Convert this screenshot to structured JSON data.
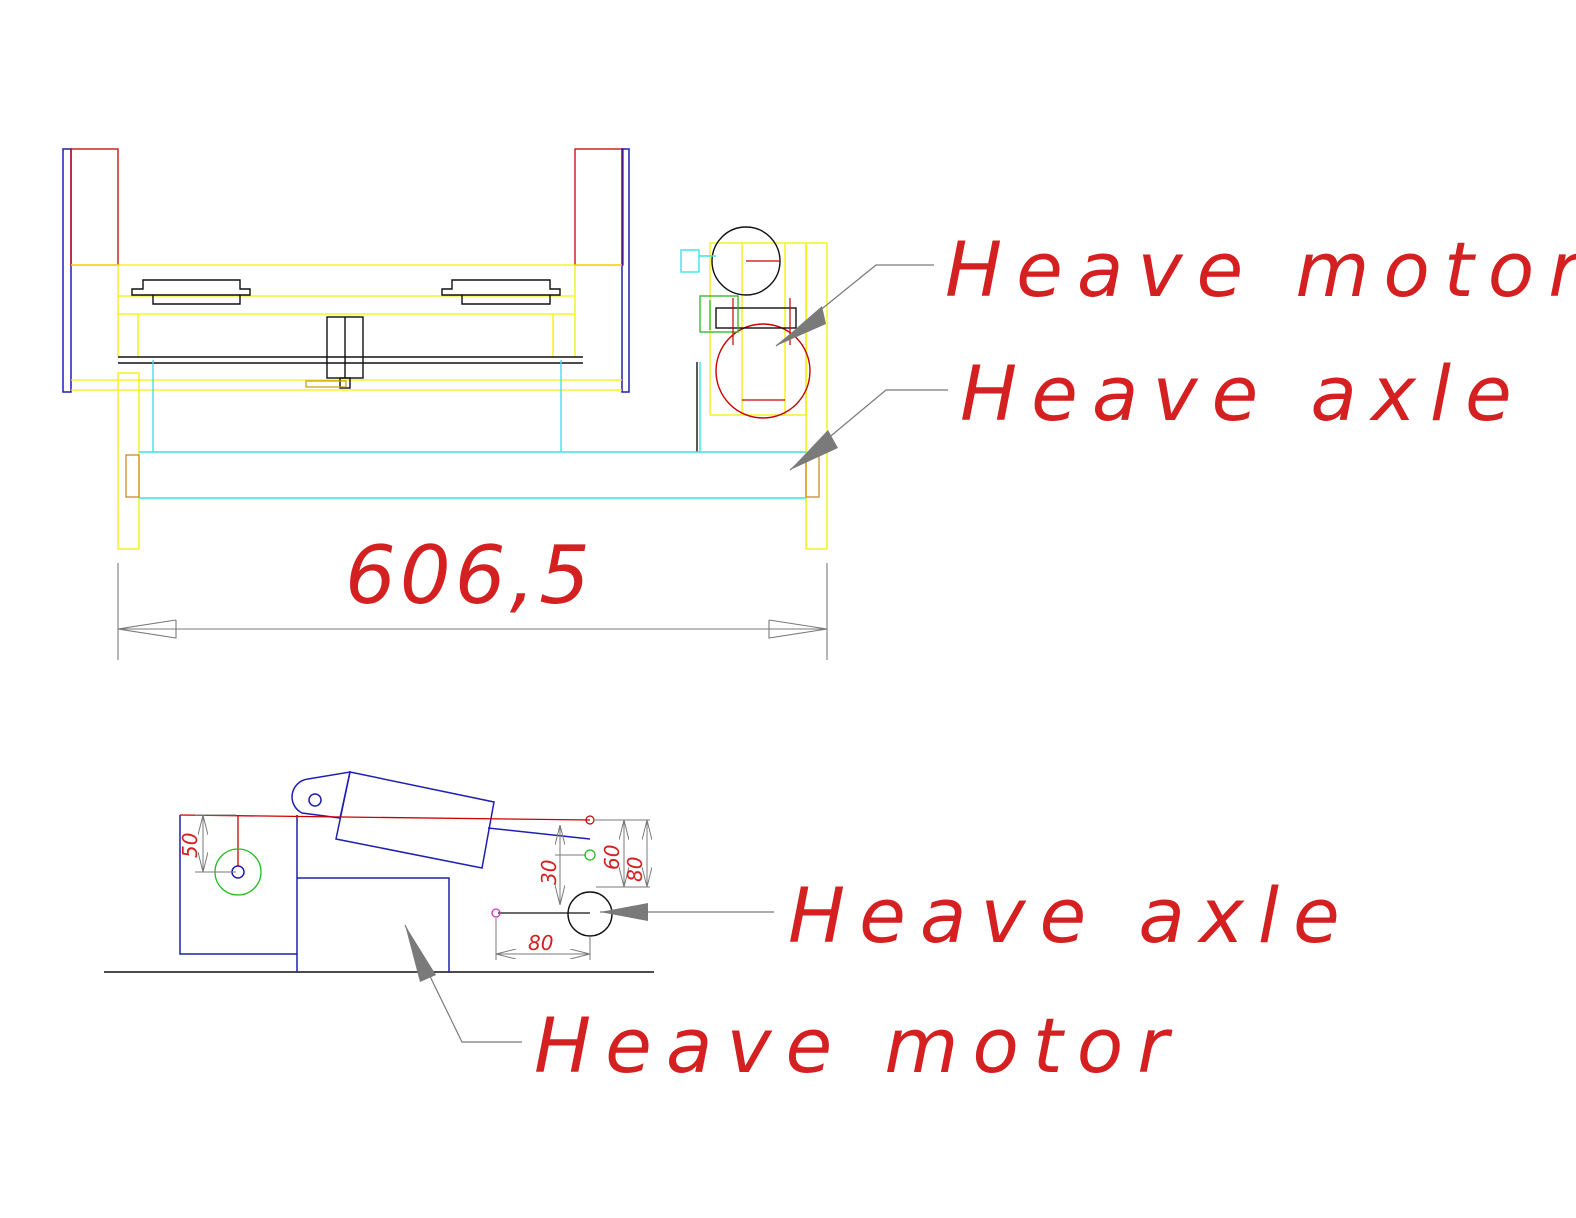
{
  "colors": {
    "yellow": "#f2f200",
    "red": "#cc0000",
    "blue": "#1f1fb0",
    "cyan": "#3fe0e6",
    "green": "#22bb22",
    "gray": "#7a7a7a",
    "black": "#111111",
    "magenta": "#cc33cc",
    "label": "#d42020"
  },
  "labels": {
    "top_heave_motor": "Heave motor",
    "top_heave_axle": "Heave axle",
    "bottom_heave_axle": "Heave axle",
    "bottom_heave_motor": "Heave motor"
  },
  "dimensions": {
    "overall_width": "606,5",
    "left_height": "50",
    "height_60": "60",
    "height_80": "80",
    "height_30": "30",
    "horizontal_80": "80"
  }
}
